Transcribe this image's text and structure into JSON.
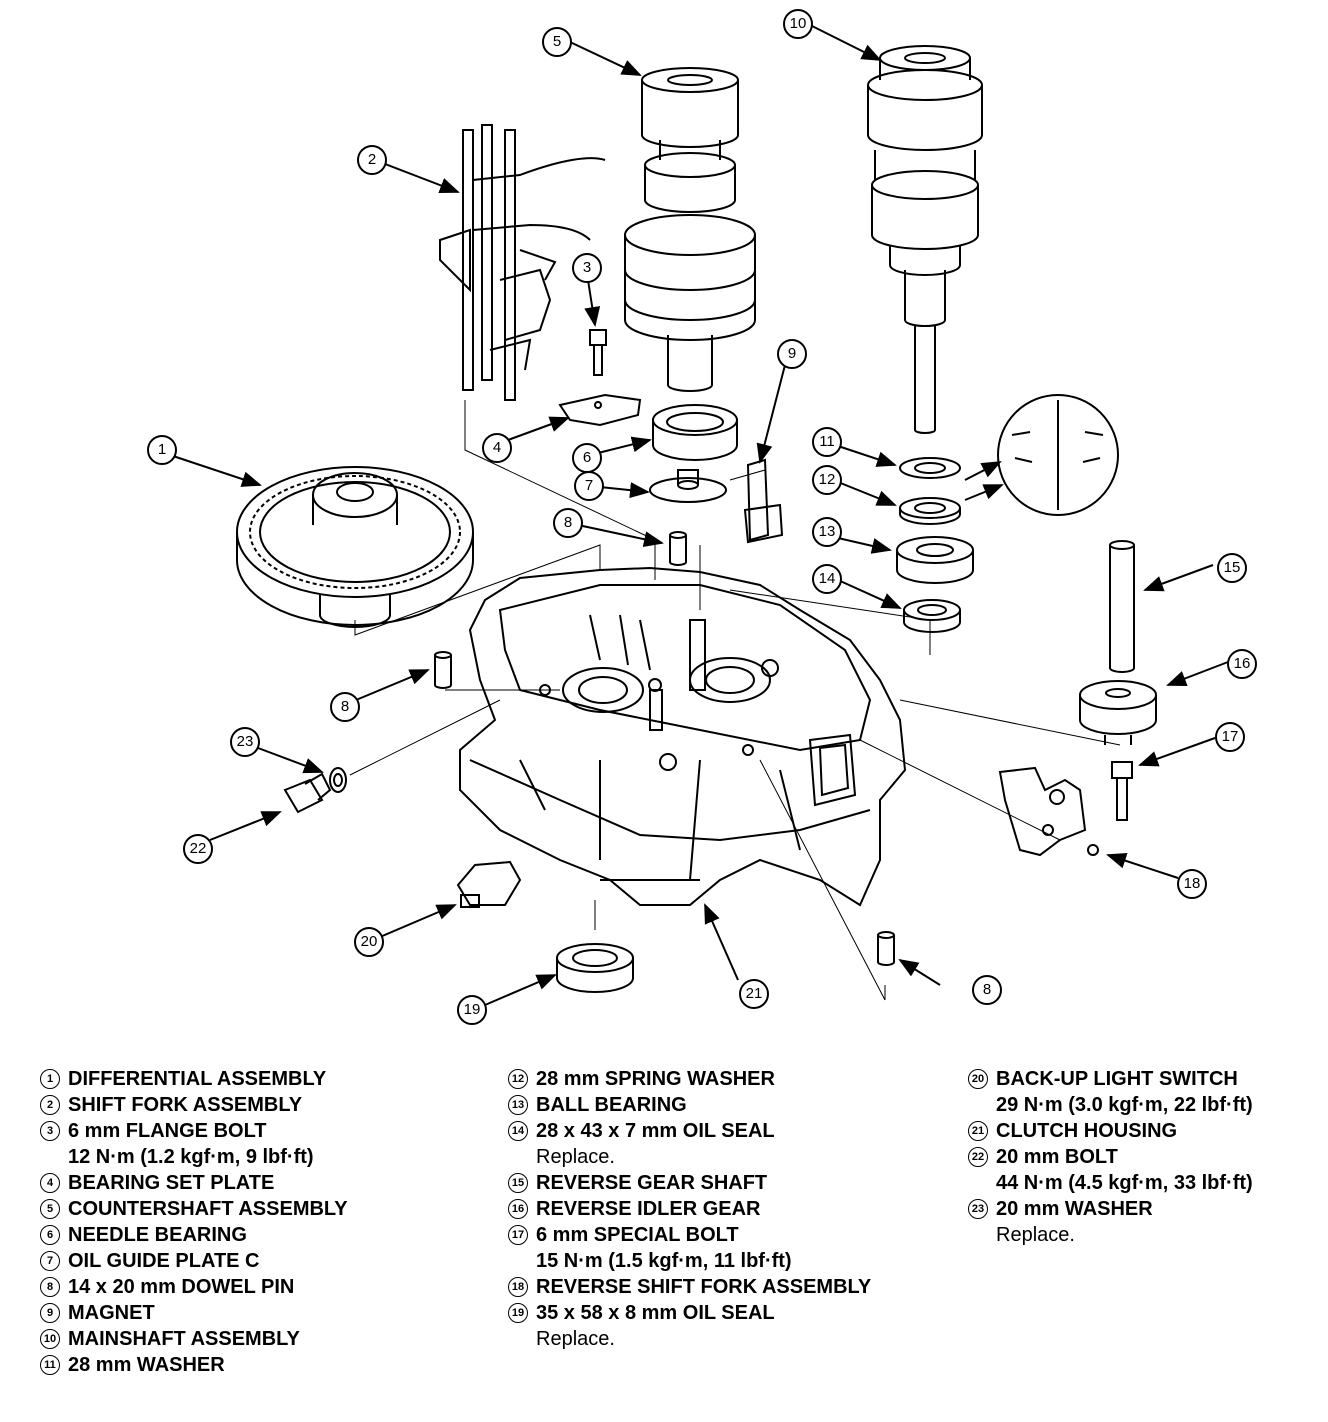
{
  "callouts": [
    "1",
    "2",
    "3",
    "4",
    "5",
    "6",
    "7",
    "8",
    "9",
    "10",
    "11",
    "12",
    "13",
    "14",
    "15",
    "16",
    "17",
    "18",
    "19",
    "20",
    "21",
    "22",
    "23"
  ],
  "legend": {
    "col1": [
      {
        "num": "1",
        "name": "DIFFERENTIAL ASSEMBLY"
      },
      {
        "num": "2",
        "name": "SHIFT FORK ASSEMBLY"
      },
      {
        "num": "3",
        "name": "6 mm FLANGE BOLT",
        "spec": "12 N·m (1.2 kgf·m, 9 lbf·ft)"
      },
      {
        "num": "4",
        "name": "BEARING SET PLATE"
      },
      {
        "num": "5",
        "name": "COUNTERSHAFT ASSEMBLY"
      },
      {
        "num": "6",
        "name": "NEEDLE BEARING"
      },
      {
        "num": "7",
        "name": "OIL GUIDE PLATE C"
      },
      {
        "num": "8",
        "name": "14 x 20 mm DOWEL PIN"
      },
      {
        "num": "9",
        "name": "MAGNET"
      },
      {
        "num": "10",
        "name": "MAINSHAFT ASSEMBLY"
      },
      {
        "num": "11",
        "name": "28 mm WASHER"
      }
    ],
    "col2": [
      {
        "num": "12",
        "name": "28 mm SPRING WASHER"
      },
      {
        "num": "13",
        "name": "BALL BEARING"
      },
      {
        "num": "14",
        "name": "28 x 43 x 7 mm OIL SEAL",
        "note": "Replace."
      },
      {
        "num": "15",
        "name": "REVERSE GEAR SHAFT"
      },
      {
        "num": "16",
        "name": "REVERSE IDLER GEAR"
      },
      {
        "num": "17",
        "name": "6 mm SPECIAL BOLT",
        "spec": "15 N·m (1.5 kgf·m, 11 lbf·ft)"
      },
      {
        "num": "18",
        "name": "REVERSE SHIFT FORK ASSEMBLY"
      },
      {
        "num": "19",
        "name": "35 x 58 x 8 mm OIL SEAL",
        "note": "Replace."
      }
    ],
    "col3": [
      {
        "num": "20",
        "name": "BACK-UP LIGHT SWITCH",
        "spec": "29 N·m (3.0 kgf·m, 22 lbf·ft)"
      },
      {
        "num": "21",
        "name": "CLUTCH HOUSING"
      },
      {
        "num": "22",
        "name": "20 mm BOLT",
        "spec": "44 N·m (4.5 kgf·m, 33 lbf·ft)"
      },
      {
        "num": "23",
        "name": "20 mm WASHER",
        "note": "Replace."
      }
    ]
  }
}
